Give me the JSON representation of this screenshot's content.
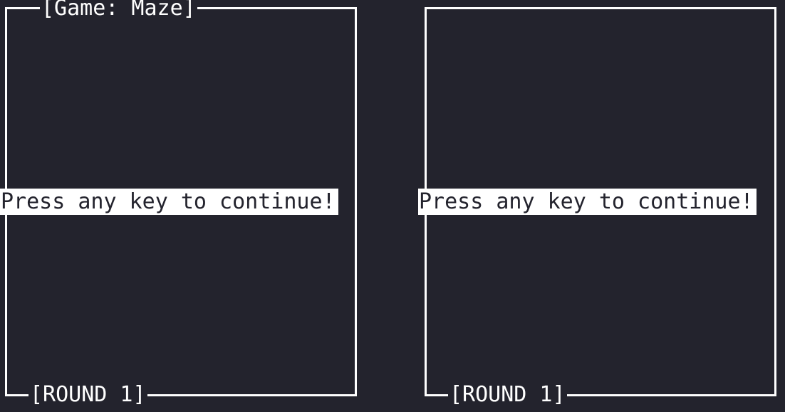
{
  "left_panel": {
    "title": "[Game: Maze]",
    "round_label": "[ROUND 1]",
    "prompt": "Press any key to continue!"
  },
  "right_panel": {
    "round_label": "[ROUND 1]",
    "prompt": "Press any key to continue!"
  },
  "colors": {
    "background": "#23232d",
    "foreground": "#ffffff"
  }
}
